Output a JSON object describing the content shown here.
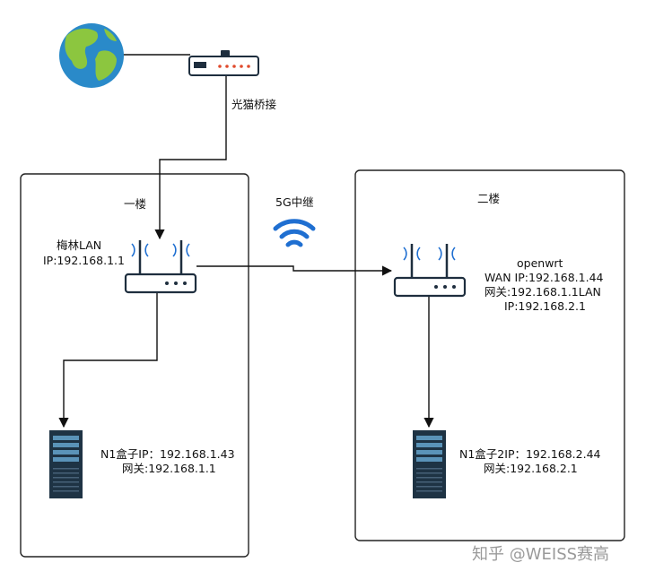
{
  "modem": {
    "label": "光猫桥接"
  },
  "floor1": {
    "title": "一楼",
    "router_name": "梅林LAN",
    "router_ip": "IP:192.168.1.1",
    "server_ip": "N1盒子IP：192.168.1.43",
    "server_gateway": "网关:192.168.1.1"
  },
  "bridge": {
    "label": "5G中继"
  },
  "floor2": {
    "title": "二楼",
    "router_name": "openwrt",
    "router_wan": "WAN IP:192.168.1.44",
    "router_gateway_lan": "网关:192.168.1.1LAN",
    "router_lan_ip": "IP:192.168.2.1",
    "server_ip": "N1盒子2IP：192.168.2.44",
    "server_gateway": "网关:192.168.2.1"
  },
  "watermark": "知乎 @WEISS赛高",
  "colors": {
    "wifi": "#1f6fd1",
    "ocean": "#2a8ac9",
    "land": "#8cc63f",
    "server": "#1e3344",
    "line": "#111111"
  }
}
